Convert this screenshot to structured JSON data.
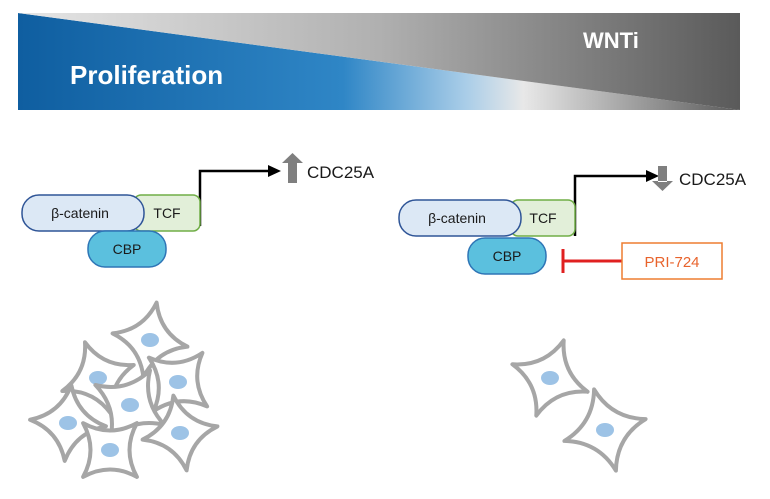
{
  "banner": {
    "left_label": "Proliferation",
    "right_label": "WNTi",
    "gradient_left_color": "#0f5ea0",
    "gradient_right_color": "#6c6c6c"
  },
  "left_panel": {
    "beta_catenin": "β-catenin",
    "tcf": "TCF",
    "cbp": "CBP",
    "gene": "CDC25A",
    "gene_trend": "up",
    "cells_shown": 7
  },
  "right_panel": {
    "beta_catenin": "β-catenin",
    "tcf": "TCF",
    "cbp": "CBP",
    "gene": "CDC25A",
    "gene_trend": "down",
    "inhibitor": "PRI-724",
    "cells_shown": 2
  },
  "colors": {
    "beta_catenin_fill": "#dce8f5",
    "beta_catenin_stroke": "#2f5597",
    "tcf_fill": "#e2efd9",
    "tcf_stroke": "#70ad47",
    "cbp_fill": "#5bc0de",
    "cbp_stroke": "#2e75b6",
    "inhibitor_stroke": "#ed7d31",
    "inhibition_line": "#e02020",
    "arrow_gray": "#7f7f7f",
    "cell_outline": "#a6a6a6",
    "nucleus_fill": "#9dc3e6"
  }
}
